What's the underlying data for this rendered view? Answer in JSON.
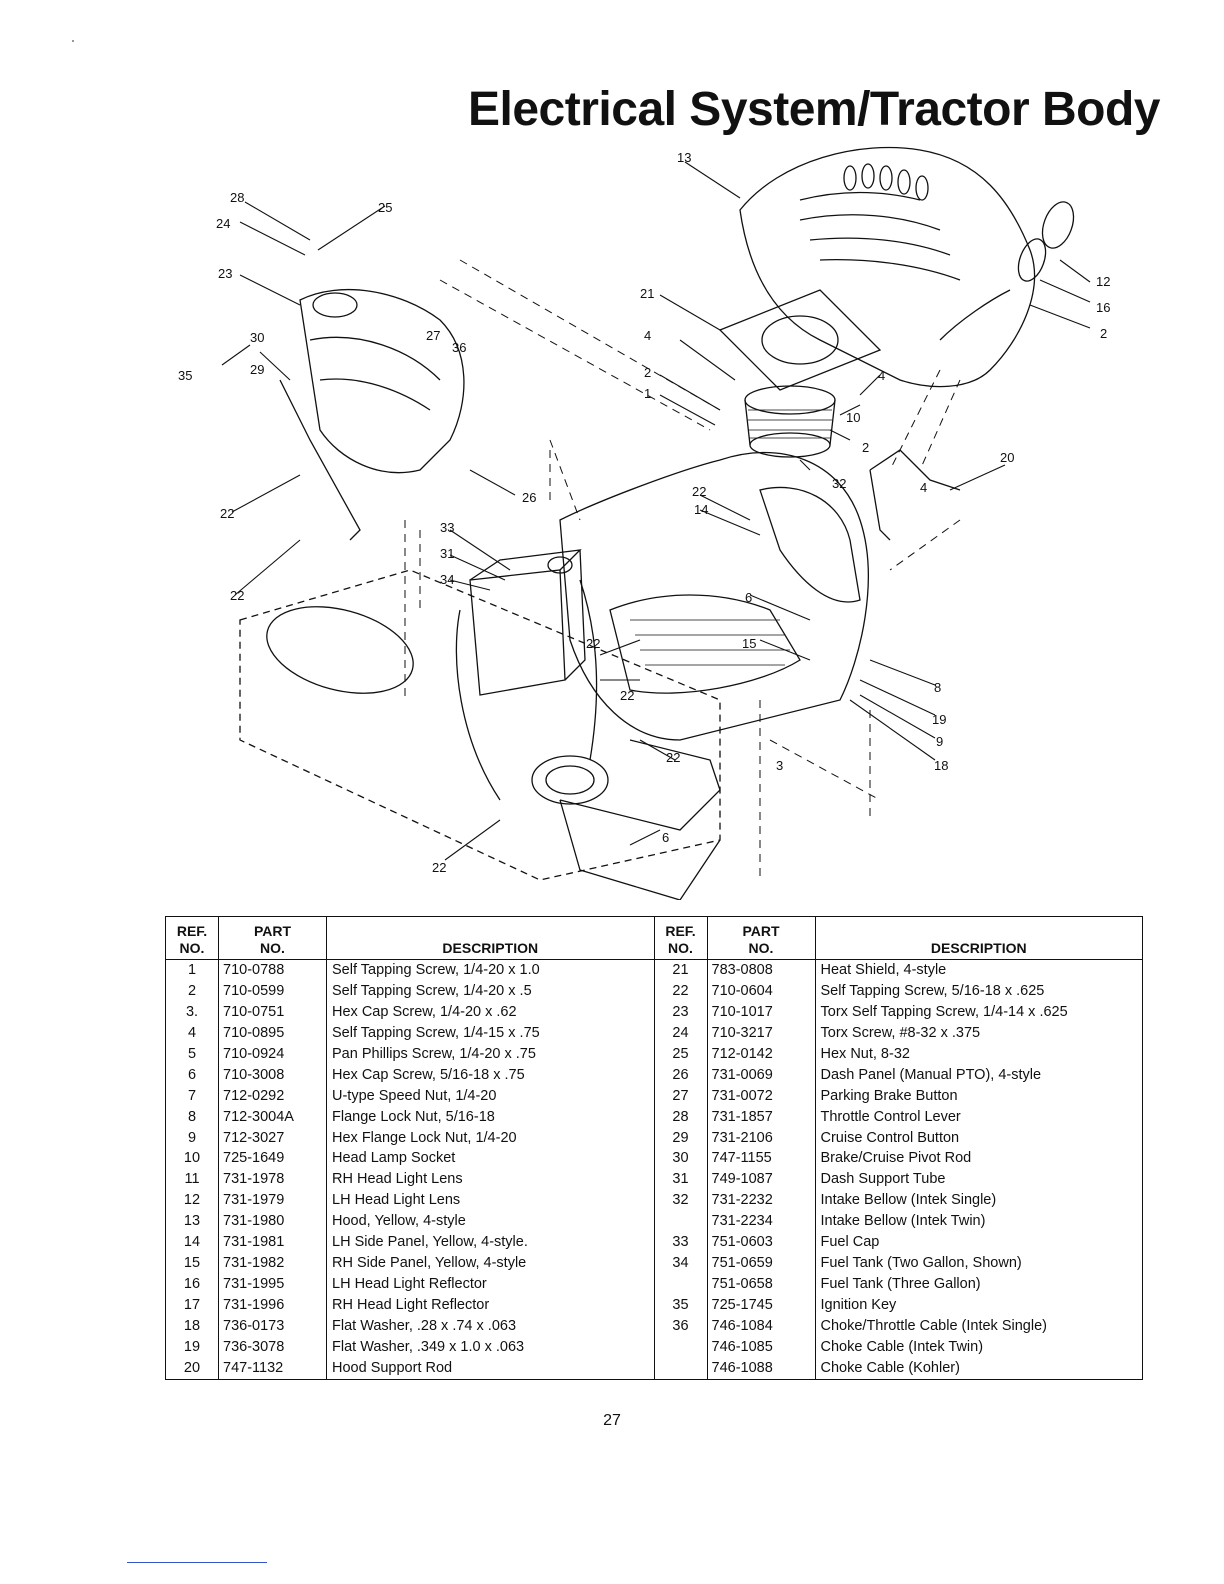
{
  "page": {
    "title": "Electrical System/Tractor Body",
    "page_number": "27"
  },
  "diagram": {
    "callouts": [
      "13",
      "28",
      "24",
      "25",
      "23",
      "21",
      "12",
      "16",
      "2",
      "30",
      "27",
      "36",
      "35",
      "29",
      "4",
      "2",
      "1",
      "4",
      "10",
      "2",
      "20",
      "32",
      "4",
      "26",
      "22",
      "14",
      "22",
      "33",
      "31",
      "34",
      "22",
      "6",
      "15",
      "8",
      "22",
      "22",
      "19",
      "9",
      "22",
      "3",
      "18",
      "6",
      "22"
    ]
  },
  "table": {
    "headers": {
      "ref_line1": "REF.",
      "ref_line2": "NO.",
      "part_line1": "PART",
      "part_line2": "NO.",
      "description": "DESCRIPTION"
    },
    "left": [
      {
        "ref": "1",
        "part": "710-0788",
        "desc": "Self Tapping Screw, 1/4-20 x 1.0"
      },
      {
        "ref": "2",
        "part": "710-0599",
        "desc": "Self Tapping Screw, 1/4-20 x .5"
      },
      {
        "ref": "3.",
        "part": "710-0751",
        "desc": "Hex Cap Screw, 1/4-20 x .62"
      },
      {
        "ref": "4",
        "part": "710-0895",
        "desc": "Self Tapping Screw, 1/4-15 x .75"
      },
      {
        "ref": "5",
        "part": "710-0924",
        "desc": "Pan Phillips Screw, 1/4-20 x .75"
      },
      {
        "ref": "6",
        "part": "710-3008",
        "desc": "Hex Cap Screw, 5/16-18 x .75"
      },
      {
        "ref": "7",
        "part": "712-0292",
        "desc": "U-type Speed Nut, 1/4-20"
      },
      {
        "ref": "8",
        "part": "712-3004A",
        "desc": "Flange Lock Nut, 5/16-18"
      },
      {
        "ref": "9",
        "part": "712-3027",
        "desc": "Hex Flange Lock Nut, 1/4-20"
      },
      {
        "ref": "10",
        "part": "725-1649",
        "desc": "Head Lamp Socket"
      },
      {
        "ref": "11",
        "part": "731-1978",
        "desc": "RH Head Light Lens"
      },
      {
        "ref": "12",
        "part": "731-1979",
        "desc": "LH Head Light Lens"
      },
      {
        "ref": "13",
        "part": "731-1980",
        "desc": "Hood, Yellow, 4-style"
      },
      {
        "ref": "14",
        "part": "731-1981",
        "desc": "LH Side Panel, Yellow, 4-style."
      },
      {
        "ref": "15",
        "part": "731-1982",
        "desc": "RH Side Panel, Yellow, 4-style"
      },
      {
        "ref": "16",
        "part": "731-1995",
        "desc": "LH Head Light Reflector"
      },
      {
        "ref": "17",
        "part": "731-1996",
        "desc": "RH Head Light Reflector"
      },
      {
        "ref": "18",
        "part": "736-0173",
        "desc": "Flat Washer, .28 x .74 x .063"
      },
      {
        "ref": "19",
        "part": "736-3078",
        "desc": "Flat Washer, .349 x 1.0 x .063"
      },
      {
        "ref": "20",
        "part": "747-1132",
        "desc": "Hood Support Rod"
      }
    ],
    "right": [
      {
        "ref": "21",
        "part": "783-0808",
        "desc": "Heat Shield, 4-style"
      },
      {
        "ref": "22",
        "part": "710-0604",
        "desc": "Self Tapping Screw, 5/16-18 x .625"
      },
      {
        "ref": "23",
        "part": "710-1017",
        "desc": "Torx Self Tapping Screw, 1/4-14 x .625"
      },
      {
        "ref": "24",
        "part": "710-3217",
        "desc": "Torx Screw, #8-32 x .375"
      },
      {
        "ref": "25",
        "part": "712-0142",
        "desc": "Hex Nut, 8-32"
      },
      {
        "ref": "26",
        "part": "731-0069",
        "desc": "Dash Panel (Manual PTO), 4-style"
      },
      {
        "ref": "27",
        "part": "731-0072",
        "desc": "Parking Brake Button"
      },
      {
        "ref": "28",
        "part": "731-1857",
        "desc": "Throttle Control Lever"
      },
      {
        "ref": "29",
        "part": "731-2106",
        "desc": "Cruise Control Button"
      },
      {
        "ref": "30",
        "part": "747-1155",
        "desc": "Brake/Cruise Pivot Rod"
      },
      {
        "ref": "31",
        "part": "749-1087",
        "desc": "Dash Support Tube"
      },
      {
        "ref": "32",
        "part": "731-2232",
        "desc": "Intake Bellow (Intek Single)"
      },
      {
        "ref": "",
        "part": "731-2234",
        "desc": "Intake Bellow (Intek Twin)"
      },
      {
        "ref": "33",
        "part": "751-0603",
        "desc": "Fuel Cap"
      },
      {
        "ref": "34",
        "part": "751-0659",
        "desc": "Fuel Tank (Two Gallon, Shown)"
      },
      {
        "ref": "",
        "part": "751-0658",
        "desc": "Fuel Tank (Three Gallon)"
      },
      {
        "ref": "35",
        "part": "725-1745",
        "desc": "Ignition Key"
      },
      {
        "ref": "36",
        "part": "746-1084",
        "desc": "Choke/Throttle Cable (Intek Single)"
      },
      {
        "ref": "",
        "part": "746-1085",
        "desc": "Choke Cable (Intek Twin)"
      },
      {
        "ref": "",
        "part": "746-1088",
        "desc": "Choke Cable (Kohler)"
      }
    ]
  }
}
